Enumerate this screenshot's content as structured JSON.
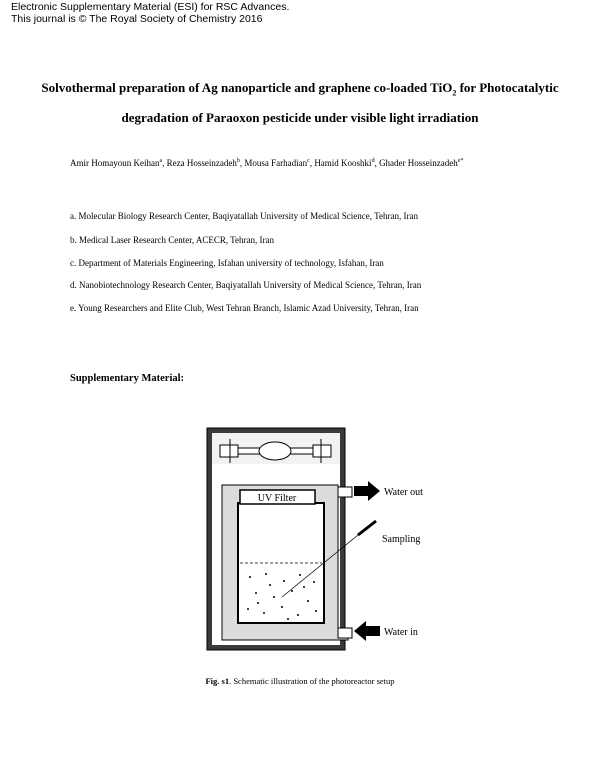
{
  "header": {
    "line1": "Electronic Supplementary Material (ESI) for RSC Advances.",
    "line2": "This journal is © The Royal Society of Chemistry 2016"
  },
  "title": {
    "part1": "Solvothermal preparation of Ag nanoparticle and graphene co-loaded TiO",
    "sub": "2",
    "part2": " for Photocatalytic degradation of Paraoxon pesticide under visible light irradiation"
  },
  "authors": [
    {
      "name": "Amir Homayoun Keihan",
      "mark": "a",
      "sep": ", "
    },
    {
      "name": "Reza Hosseinzadeh",
      "mark": "b",
      "sep": ", "
    },
    {
      "name": "Mousa Farhadian",
      "mark": "c",
      "sep": ", "
    },
    {
      "name": "Hamid Kooshki",
      "mark": "d",
      "sep": ", "
    },
    {
      "name": "Ghader Hosseinzadeh",
      "mark": "e*",
      "sep": ""
    }
  ],
  "affiliations": [
    "a. Molecular Biology Research Center, Baqiyatallah University of Medical Science, Tehran, Iran",
    "b. Medical Laser Research Center, ACECR, Tehran, Iran",
    "c. Department of Materials Engineering, Isfahan university of technology, Isfahan, Iran",
    "d. Nanobiotechnology Research Center, Baqiyatallah University of Medical Science, Tehran, Iran",
    "e. Young Researchers and Elite Club, West Tehran Branch, Islamic Azad University, Tehran, Iran"
  ],
  "section_heading": "Supplementary Material:",
  "figure": {
    "labels": {
      "uv_filter": "UV Filter",
      "water_out": "Water out",
      "sampling": "Sampling",
      "water_in": "Water in"
    },
    "caption_label": "Fig. s1",
    "caption_text": ". Schematic illustration of the photoreactor setup"
  }
}
